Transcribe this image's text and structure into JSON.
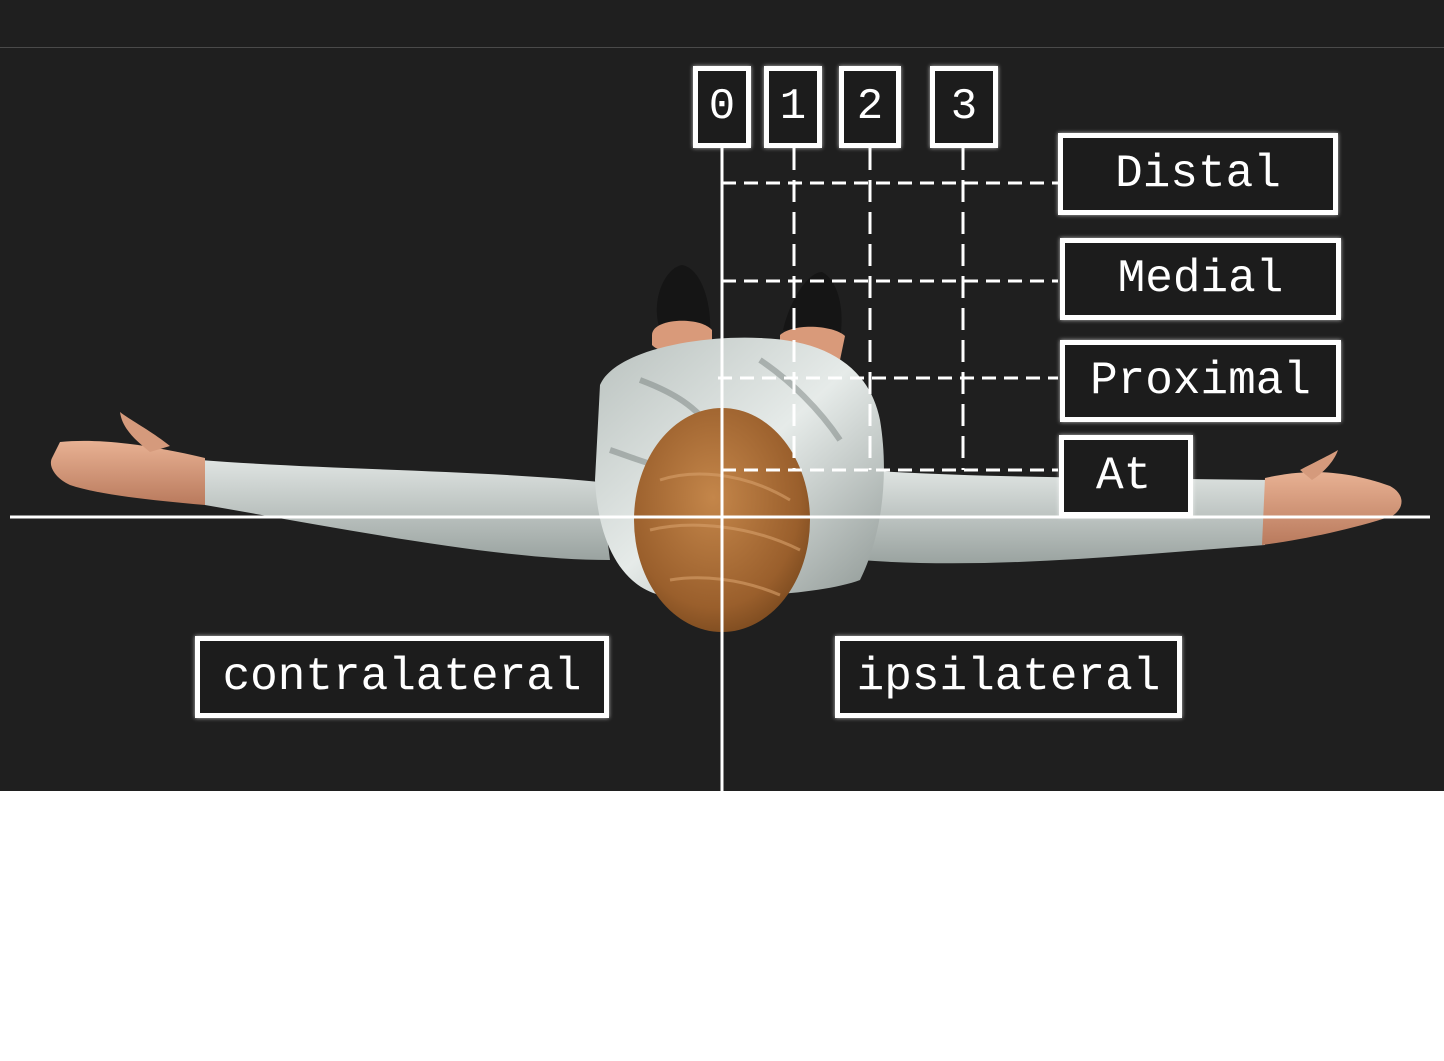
{
  "levels": [
    "0",
    "1",
    "2",
    "3"
  ],
  "depths": [
    "Distal",
    "Medial",
    "Proximal",
    "At"
  ],
  "sides": {
    "contralateral": "contralateral",
    "ipsilateral": "ipsilateral"
  },
  "colors": {
    "background": "#1f1f1f",
    "lines": "#ffffff",
    "shirt": "#c9cfcd",
    "skin": "#d99a7a",
    "hair": "#a86b35",
    "shoes": "#1a1a1a"
  }
}
